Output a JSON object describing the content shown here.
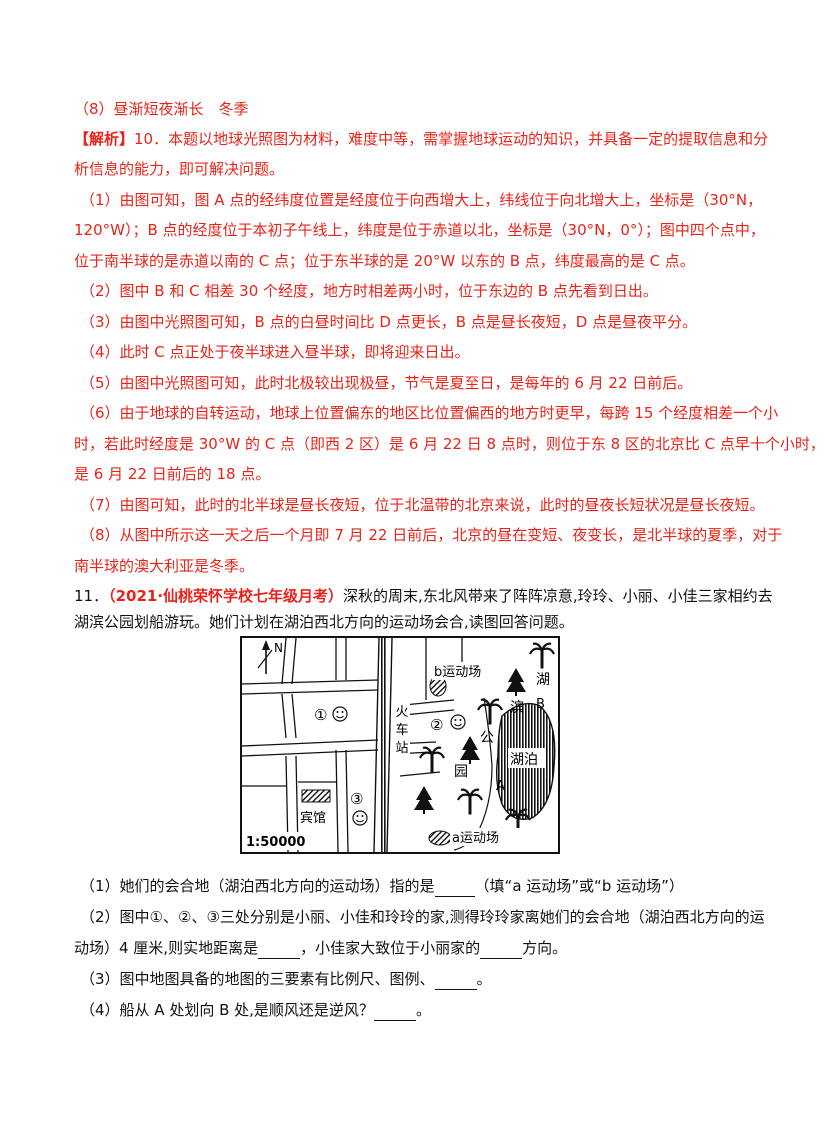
{
  "answers": {
    "a8": "（8）昼渐短夜渐长　冬季"
  },
  "analysis": {
    "tag": "【解析】",
    "intro_1": "10．本题以地球光照图为材料，难度中等，需掌握地球运动的知识，并具备一定的提取信息和分",
    "intro_2": "析信息的能力，即可解决问题。",
    "p1_1": "（1）由图可知，图 A 点的经纬度位置是经度位于向西增大上，纬线位于向北增大上，坐标是（30°N，",
    "p1_2": "120°W）；B 点的经度位于本初子午线上，纬度是位于赤道以北，坐标是（30°N，0°）；图中四个点中，",
    "p1_3": "位于南半球的是赤道以南的 C 点；位于东半球的是 20°W 以东的 B 点，纬度最高的是 C 点。",
    "p2": "（2）图中 B 和 C 相差 30 个经度，地方时相差两小时，位于东边的 B 点先看到日出。",
    "p3": "（3）由图中光照图可知，B 点的白昼时间比 D 点更长，B 点是昼长夜短，D 点是昼夜平分。",
    "p4": "（4）此时 C 点正处于夜半球进入昼半球，即将迎来日出。",
    "p5": "（5）由图中光照图可知，此时北极较出现极昼，节气是夏至日，是每年的 6 月 22 日前后。",
    "p6_1": "（6）由于地球的自转运动，地球上位置偏东的地区比位置偏西的地方时更早，每跨 15 个经度相差一个小",
    "p6_2": "时，若此时经度是 30°W 的 C 点（即西 2 区）是 6 月 22 日 8 点时，则位于东 8 区的北京比 C 点早十个小时，",
    "p6_3": "是 6 月 22 日前后的 18 点。",
    "p7": "（7）由图可知，此时的北半球是昼长夜短，位于北温带的北京来说，此时的昼夜长短状况是昼长夜短。",
    "p8_1": "（8）从图中所示这一天之后一个月即 7 月 22 日前后，北京的昼在变短、夜变长，是北半球的夏季，对于",
    "p8_2": "南半球的澳大利亚是冬季。"
  },
  "q11": {
    "number": "11．",
    "source": "（2021·仙桃荣怀学校七年级月考）",
    "stem_1": "深秋的周末,东北风带来了阵阵凉意,玲玲、小丽、小佳三家相约去",
    "stem_2": "湖滨公园划船游玩。她们计划在湖泊西北方向的运动场会合,读图回答问题。",
    "q1_a": "（1）她们的会合地（湖泊西北方向的运动场）指的是",
    "q1_b": "（填“a 运动场”或“b 运动场”）",
    "q2_a": "（2）图中①、②、③三处分别是小丽、小佳和玲玲的家,测得玲玲家离她们的会合地（湖泊西北方向的运",
    "q2_b1": "动场）4 厘米,则实地距离是",
    "q2_b2": "，小佳家大致位于小丽家的",
    "q2_b3": "方向。",
    "q3_a": "（3）图中地图具备的地图的三要素有比例尺、图例、",
    "q3_b": "。",
    "q4_a": "（4）船从 A 处划向 B 处,是顺风还是逆风？",
    "q4_b": "。"
  },
  "map": {
    "north": "N",
    "b_field": "b运动场",
    "a_field": "a运动场",
    "station_1": "火",
    "station_2": "车",
    "station_3": "站",
    "hotel": "宾馆",
    "lake": "湖泊",
    "park_1": "湖",
    "park_2": "滨",
    "park_3": "公",
    "park_4": "园",
    "point_a": "A",
    "point_b": "B",
    "home_1": "①",
    "home_2": "②",
    "home_3": "③",
    "scale": "1:50000"
  }
}
